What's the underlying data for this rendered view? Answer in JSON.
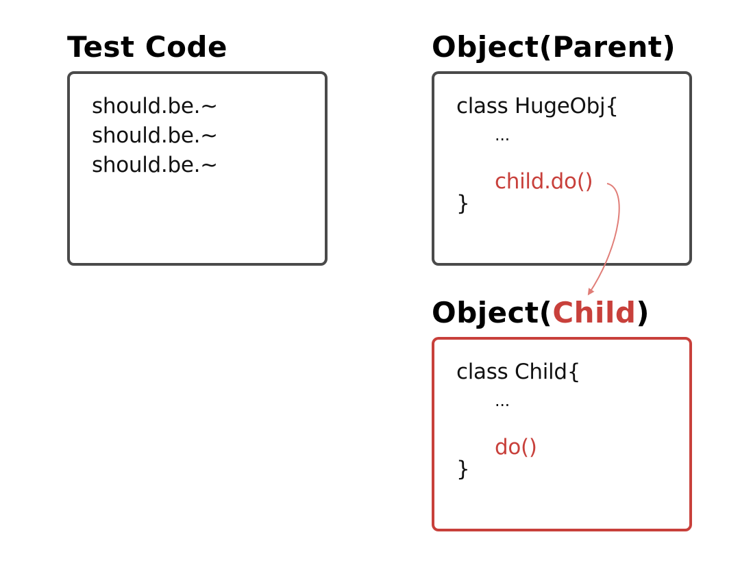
{
  "test_panel": {
    "title": "Test Code",
    "lines": [
      "should.be.~",
      "should.be.~",
      "should.be.~"
    ]
  },
  "parent_panel": {
    "title": "Object(Parent)",
    "class_line": "class HugeObj{",
    "ellipsis": "...",
    "call_line": "child.do()",
    "closing": "}"
  },
  "child_panel": {
    "title_prefix": "Object(",
    "title_highlight": "Child",
    "title_suffix": ")",
    "class_line": "class Child{",
    "ellipsis": "...",
    "method_line": "do()",
    "closing": "}"
  },
  "colors": {
    "accent": "#c8403b",
    "border": "#4a4a4a",
    "arrow": "#e07d77"
  }
}
